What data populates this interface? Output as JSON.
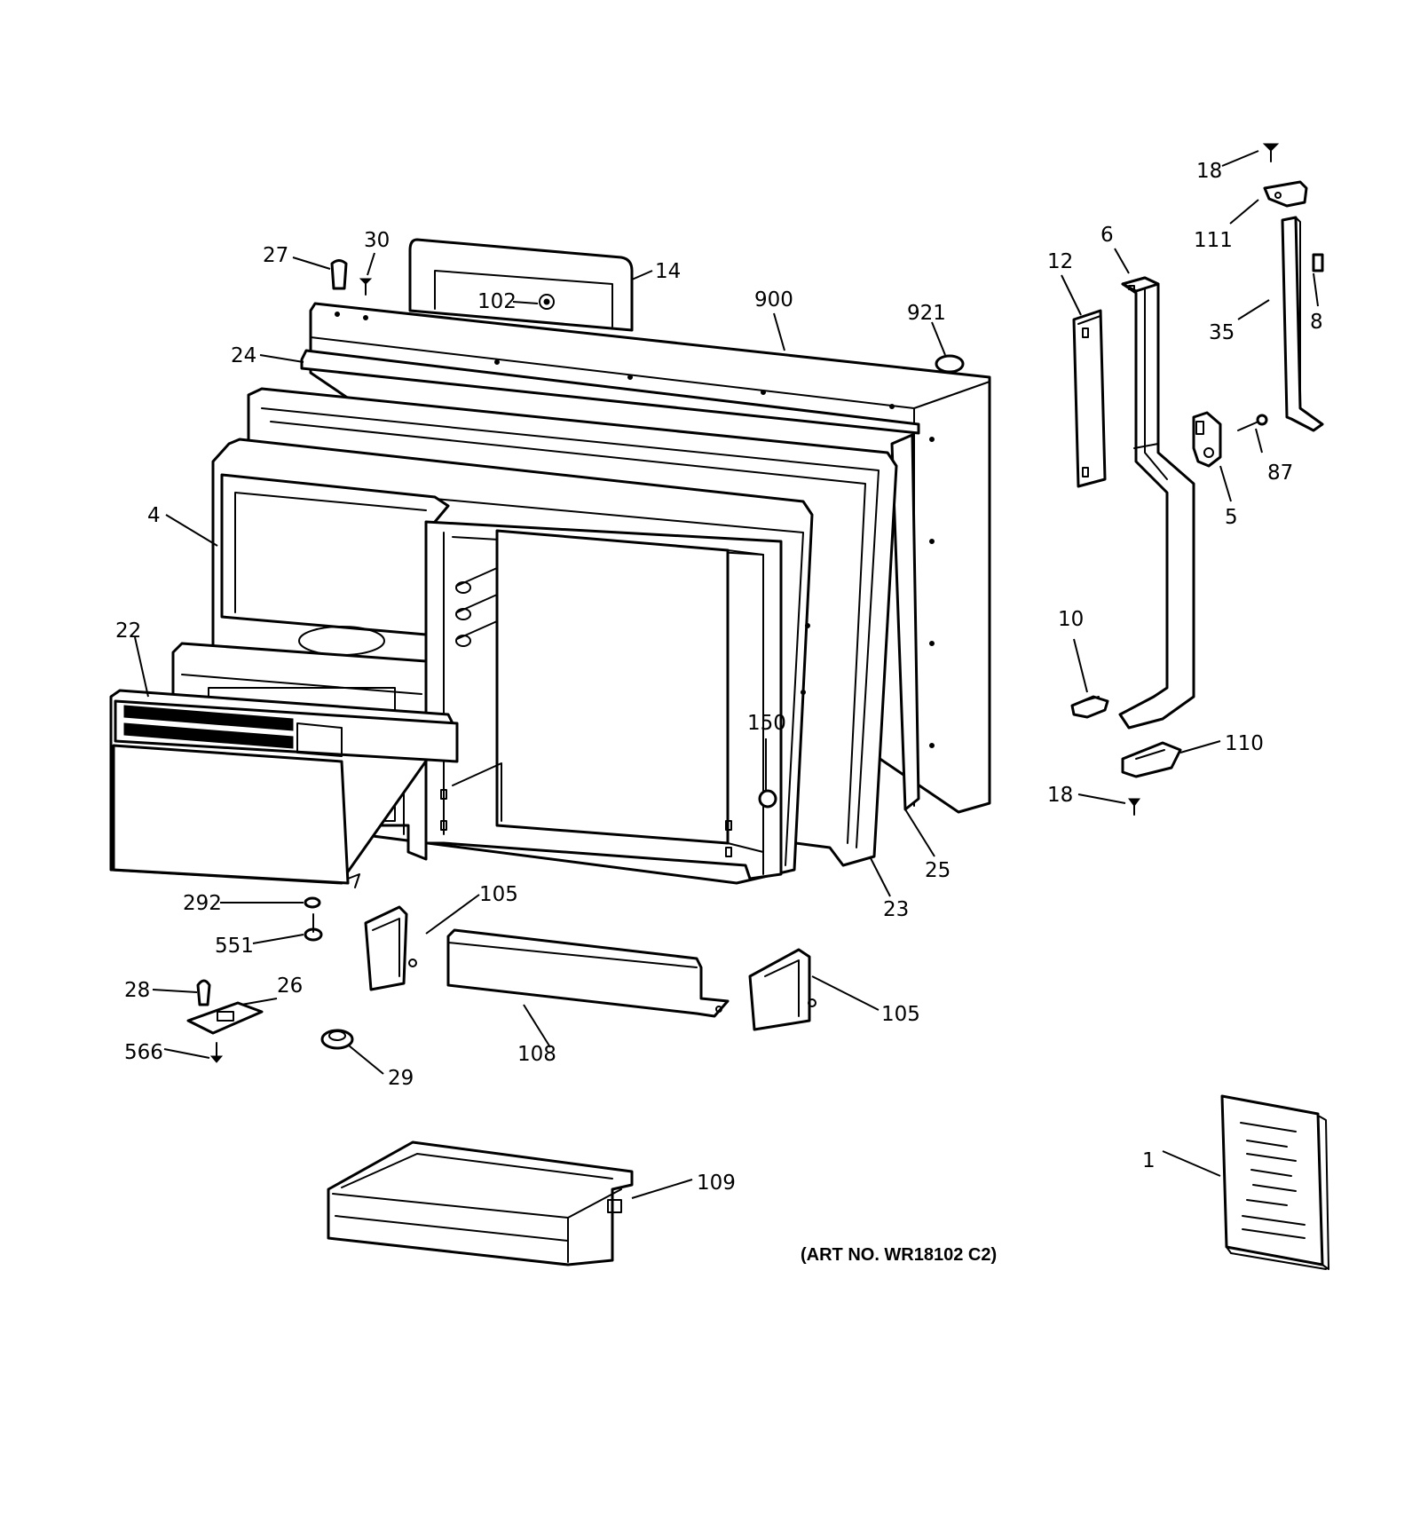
{
  "diagram": {
    "art_number": "(ART NO. WR18102 C2)",
    "callouts": [
      {
        "id": "18-top",
        "label": "18"
      },
      {
        "id": "111",
        "label": "111"
      },
      {
        "id": "6",
        "label": "6"
      },
      {
        "id": "12",
        "label": "12"
      },
      {
        "id": "35",
        "label": "35"
      },
      {
        "id": "8",
        "label": "8"
      },
      {
        "id": "87",
        "label": "87"
      },
      {
        "id": "5",
        "label": "5"
      },
      {
        "id": "10",
        "label": "10"
      },
      {
        "id": "110",
        "label": "110"
      },
      {
        "id": "18-bottom",
        "label": "18"
      },
      {
        "id": "27",
        "label": "27"
      },
      {
        "id": "30",
        "label": "30"
      },
      {
        "id": "14",
        "label": "14"
      },
      {
        "id": "102",
        "label": "102"
      },
      {
        "id": "900",
        "label": "900"
      },
      {
        "id": "921",
        "label": "921"
      },
      {
        "id": "24",
        "label": "24"
      },
      {
        "id": "4",
        "label": "4"
      },
      {
        "id": "22",
        "label": "22"
      },
      {
        "id": "150",
        "label": "150"
      },
      {
        "id": "25",
        "label": "25"
      },
      {
        "id": "23",
        "label": "23"
      },
      {
        "id": "292",
        "label": "292"
      },
      {
        "id": "551",
        "label": "551"
      },
      {
        "id": "105-left",
        "label": "105"
      },
      {
        "id": "105-right",
        "label": "105"
      },
      {
        "id": "108",
        "label": "108"
      },
      {
        "id": "28",
        "label": "28"
      },
      {
        "id": "26",
        "label": "26"
      },
      {
        "id": "566",
        "label": "566"
      },
      {
        "id": "29",
        "label": "29"
      },
      {
        "id": "109",
        "label": "109"
      },
      {
        "id": "1",
        "label": "1"
      }
    ]
  }
}
